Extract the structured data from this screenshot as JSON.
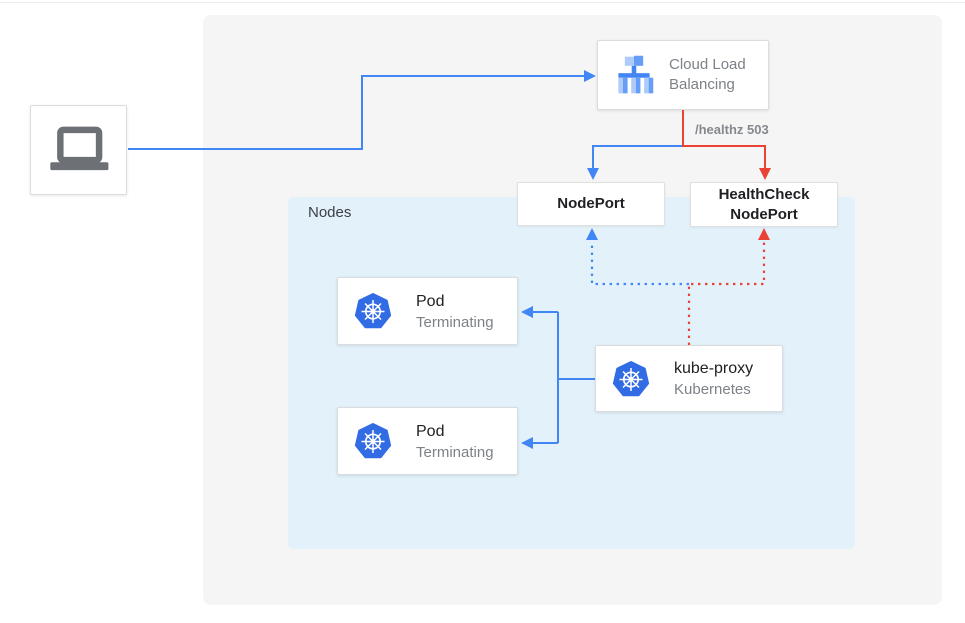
{
  "palette": {
    "blue": "#4285f4",
    "red": "#ea4335",
    "k8s_blue": "#326ce5",
    "panel_gray": "#f5f5f5",
    "nodes_blue": "#e3f1fb",
    "border_gray": "#dadce0",
    "text_dark": "#202124",
    "text_gray": "#7d8288"
  },
  "icons": {
    "client": "laptop-icon",
    "load_balancer": "load-balancer-icon",
    "pod": "kubernetes-icon",
    "kube_proxy": "kubernetes-icon"
  },
  "diagram": {
    "cloud_load_balancing": {
      "label": "Cloud Load Balancing"
    },
    "healthz_label": "/healthz 503",
    "nodeport": {
      "label": "NodePort"
    },
    "healthcheck_nodeport": {
      "line1": "HealthCheck",
      "line2": "NodePort"
    },
    "nodes_group": {
      "label": "Nodes"
    },
    "pods": [
      {
        "title": "Pod",
        "subtitle": "Terminating"
      },
      {
        "title": "Pod",
        "subtitle": "Terminating"
      }
    ],
    "kube_proxy": {
      "title": "kube-proxy",
      "subtitle": "Kubernetes"
    }
  }
}
